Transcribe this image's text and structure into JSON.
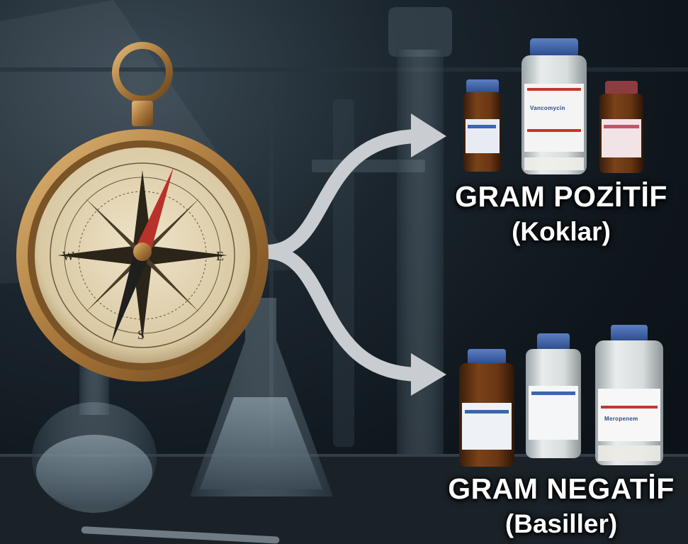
{
  "sections": [
    {
      "id": "positive",
      "title": "GRAM POZİTİF",
      "subtitle": "(Koklar)"
    },
    {
      "id": "negative",
      "title": "GRAM NEGATİF",
      "subtitle": "(Basiller)"
    }
  ],
  "compass": {
    "letters": {
      "west": "W",
      "east": "E",
      "south": "S"
    }
  },
  "vial_labels": {
    "positive_center": "Vancomycin",
    "negative_right": "Meropenem"
  },
  "colors": {
    "text": "#ffffff",
    "arrow": "#c9ccd0",
    "compass_gold": "#b98a4a",
    "needle_red": "#b8322c"
  }
}
